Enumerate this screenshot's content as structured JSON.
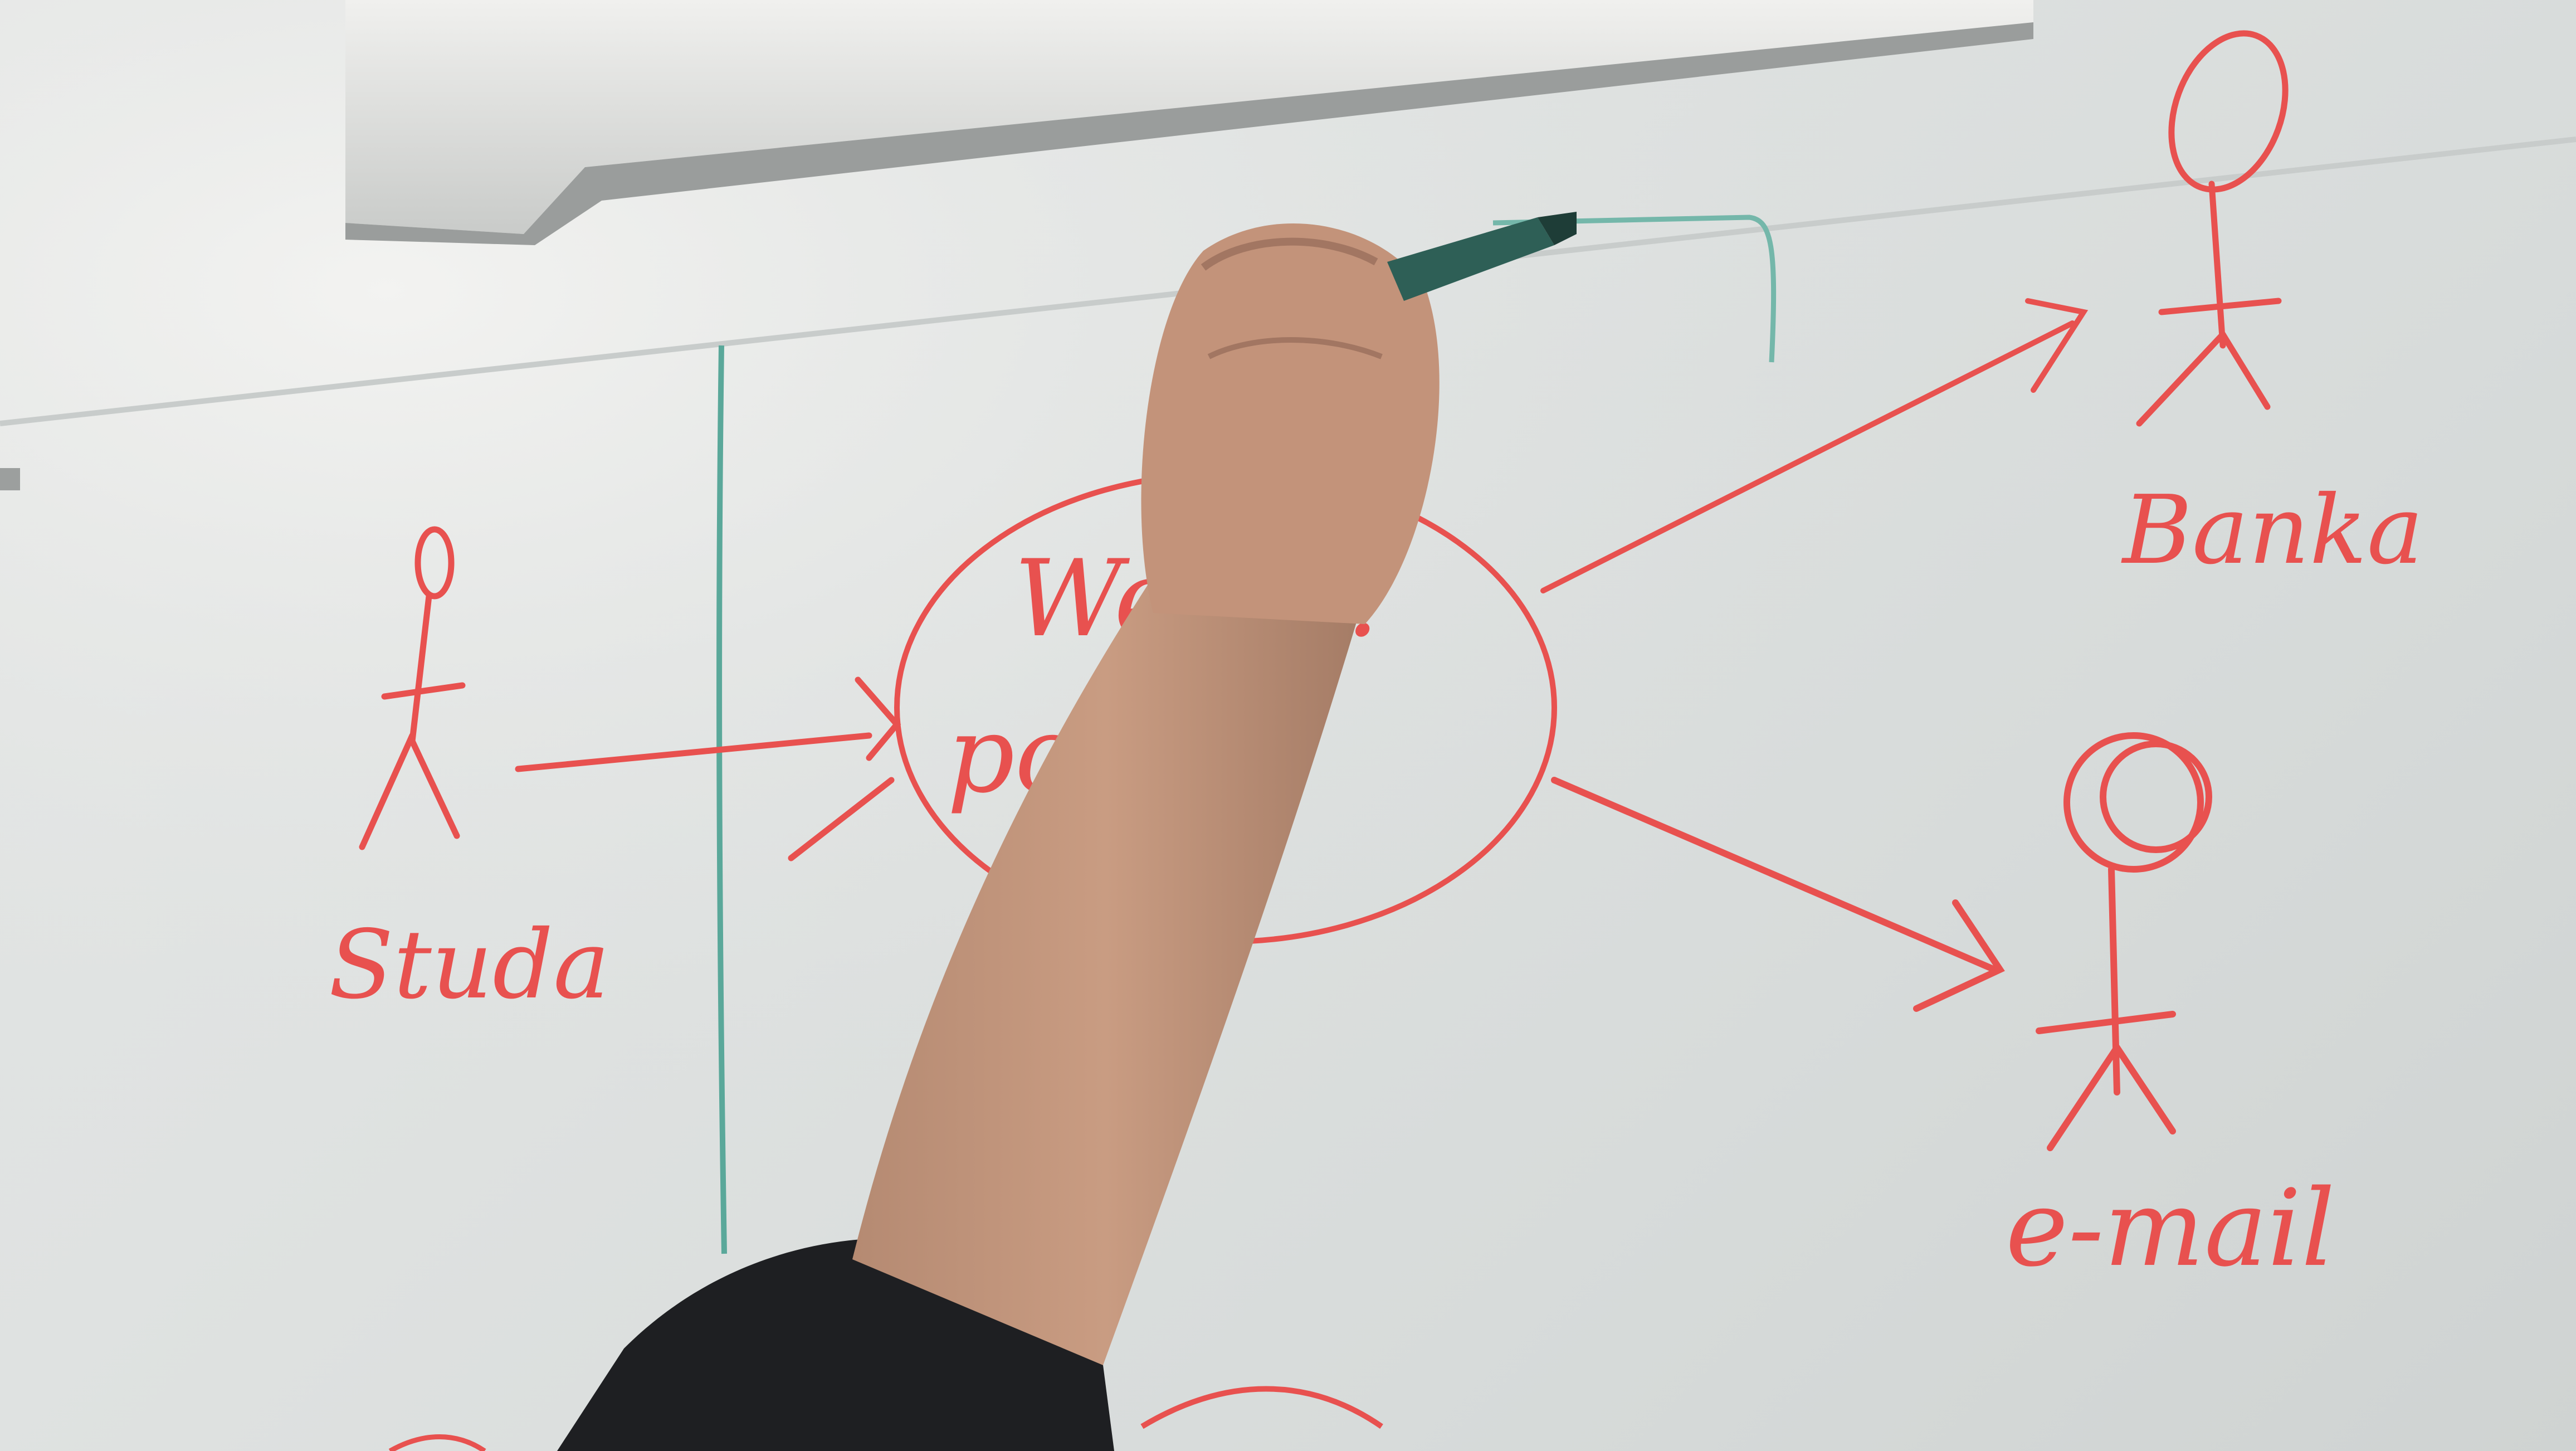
{
  "photo": {
    "subject": "whiteboard-sketch",
    "ink_colors": {
      "red_marker": "#e8514f",
      "green_marker": "#5aa89a"
    },
    "handwritten_labels": {
      "left_actor": "Studa",
      "top_right_actor": "Banka",
      "bottom_right_actor": "e-mail",
      "circle_line1": "Webi...",
      "circle_line2": "pod...s"
    }
  }
}
